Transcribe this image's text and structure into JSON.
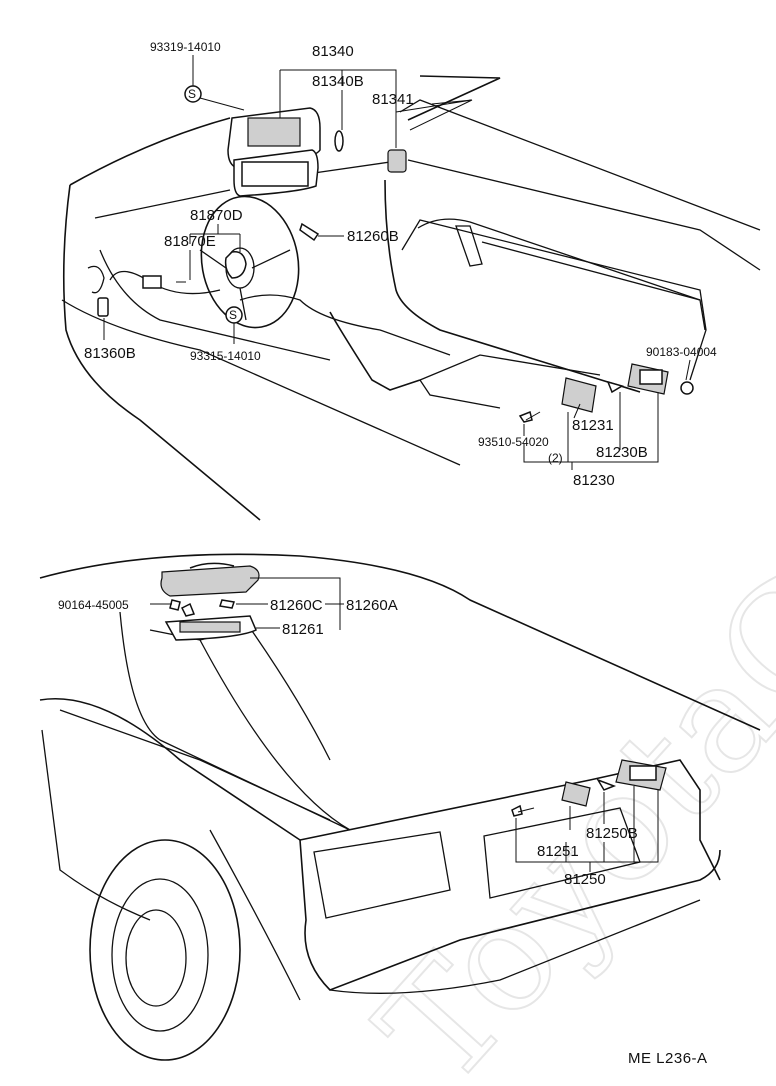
{
  "watermark": "ToyotaC",
  "footer": {
    "reference": "ME  L236-A"
  },
  "interior_view": {
    "labels": {
      "p93319_14010": "93319-14010",
      "p81340": "81340",
      "p81340B": "81340B",
      "p81341": "81341",
      "p81870D": "81870D",
      "p81870E": "81870E",
      "p81260B": "81260B",
      "p81360B": "81360B",
      "p93315_14010": "93315-14010",
      "p90183_04004": "90183-04004",
      "p81231": "81231",
      "p93510_54020": "93510-54020",
      "qty_2": "(2)",
      "p81230B": "81230B",
      "p81230": "81230",
      "s_marker": "S"
    }
  },
  "exterior_view": {
    "labels": {
      "p90164_45005": "90164-45005",
      "p81260C": "81260C",
      "p81260A": "81260A",
      "p81261": "81261",
      "p81251": "81251",
      "p81250B": "81250B",
      "p81250": "81250"
    }
  }
}
